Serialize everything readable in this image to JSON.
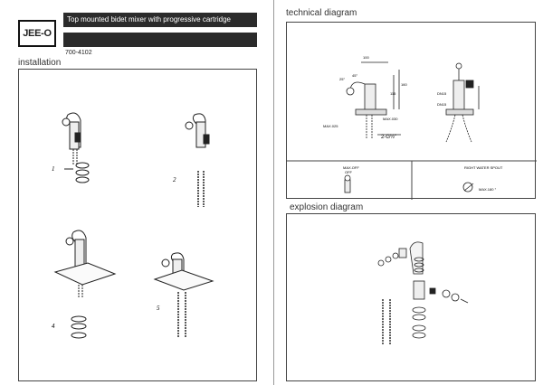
{
  "header": {
    "logo_text": "JEE-O",
    "title": "Top mounted bidet mixer with progressive cartridge",
    "code": "700-4102"
  },
  "sections": {
    "installation": "installation",
    "technical": "technical diagram",
    "explosion": "explosion diagram"
  },
  "installation_steps": [
    "1",
    "2",
    "4",
    "5"
  ],
  "technical_labels": {
    "dim_top": "100",
    "dim_height_a": "115",
    "dim_height_b": "160",
    "max_a": "MAX.025",
    "max_b": "MAX.030",
    "thread": "2-G½\"",
    "angle_a": "25°",
    "angle_b": "45°",
    "side_a": "DN15",
    "side_b": "DN15",
    "warm_off": "MAX.OFF",
    "warm_caption": "OFF",
    "spout_label": "RIGHT\nWATER SPOUT",
    "spout_max": "MAX.180 °"
  }
}
